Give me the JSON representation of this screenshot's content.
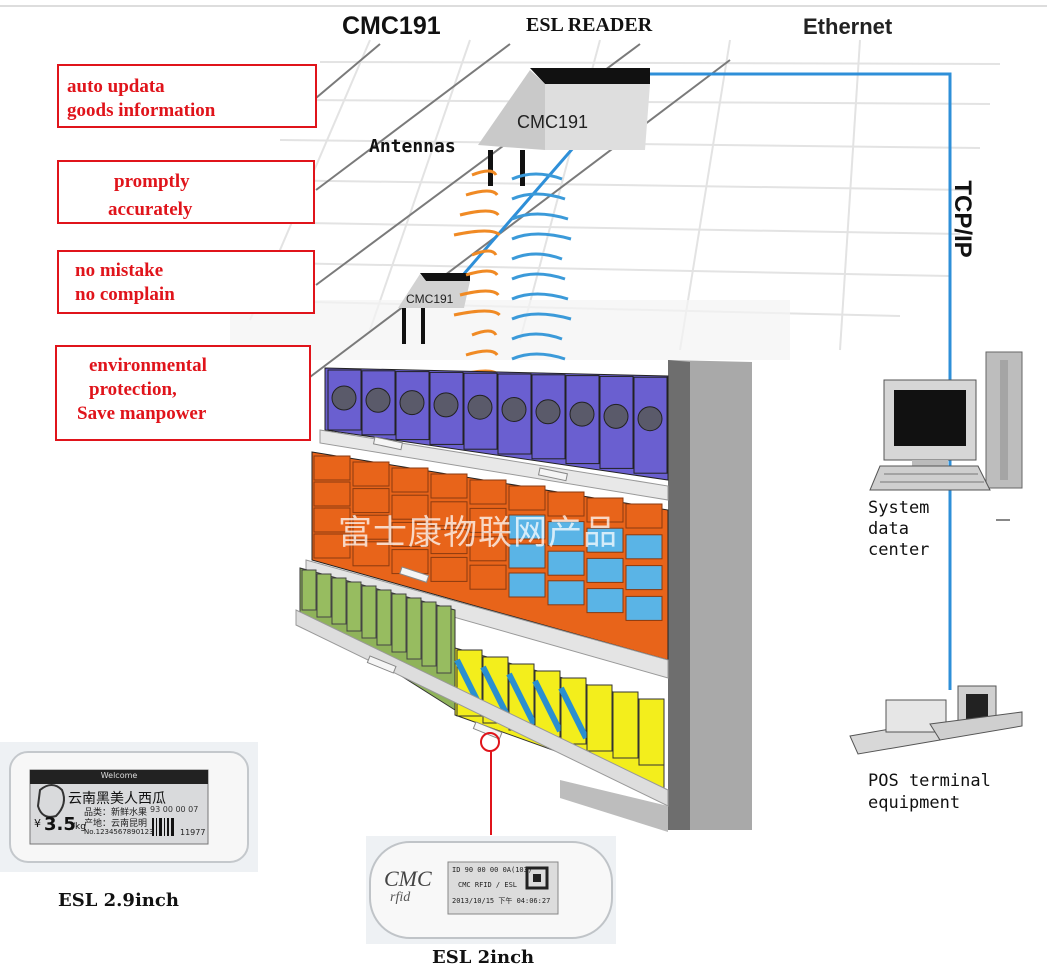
{
  "header": {
    "cmc_label": "CMC191",
    "reader_label": "ESL READER",
    "ethernet_label": "Ethernet",
    "tcpip_label": "TCP/IP"
  },
  "reader": {
    "top_label": "CMC191",
    "small_label": "CMC191",
    "antennas_label": "Antennas"
  },
  "benefits": [
    {
      "lines": [
        "auto updata",
        "goods information"
      ]
    },
    {
      "lines": [
        "promptly",
        "accurately"
      ]
    },
    {
      "lines": [
        "no mistake",
        "no complain"
      ]
    },
    {
      "lines": [
        "environmental",
        "protection,",
        "Save manpower"
      ]
    }
  ],
  "watermark": "富士康物联网产品",
  "system": {
    "lines": [
      "System",
      "data",
      "center"
    ]
  },
  "pos": {
    "lines": [
      "POS terminal",
      "equipment"
    ]
  },
  "esl_large": {
    "caption": "ESL 2.9inch",
    "header": "Welcome",
    "product": "云南黑美人西瓜",
    "field1": "品类：新鲜水果",
    "field2": "产地：云南昆明",
    "code": "93 00 00 07",
    "currency": "¥",
    "price": "3.5",
    "unit": "/kg",
    "barcode_no": "No.1234567890123",
    "id": "11977"
  },
  "esl_small": {
    "caption": "ESL 2inch",
    "brand": "CMC",
    "brand_sub": "rfid",
    "row1": "ID 90 00 00 0A(103)",
    "row2": "CMC RFID / ESL",
    "row3": "2013/10/15 下午 04:06:27"
  },
  "colors": {
    "red": "#e0141b",
    "cable": "#2e8fd8",
    "shelf_top": "#6a5fd0",
    "shelf_mid": "#e8641a",
    "shelf_low": "#8fb35a",
    "yellow": "#f3ee1c"
  }
}
